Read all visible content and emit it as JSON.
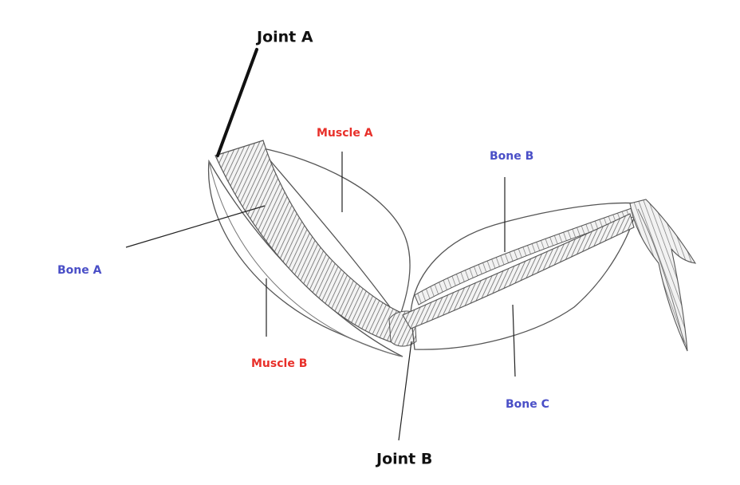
{
  "labels": {
    "joint_a": "Joint A",
    "joint_b": "Joint B",
    "muscle_a": "Muscle A",
    "muscle_b": "Muscle B",
    "bone_a": "Bone A",
    "bone_b": "Bone B",
    "bone_c": "Bone C"
  },
  "colors": {
    "joint": "#111111",
    "muscle": "#e8302a",
    "bone": "#4a4fc7",
    "outline": "#555555"
  }
}
